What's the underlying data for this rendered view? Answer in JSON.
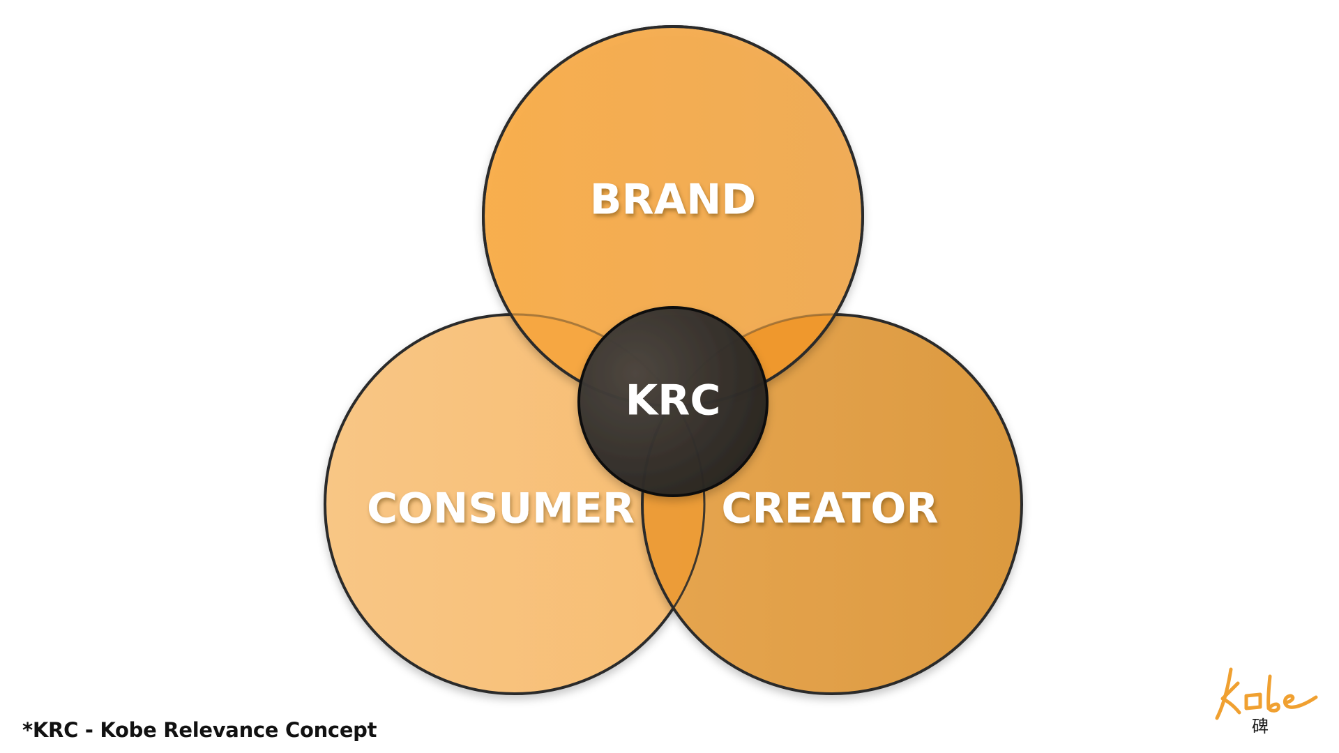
{
  "diagram": {
    "circles": [
      {
        "id": "brand",
        "label": "BRAND"
      },
      {
        "id": "consumer",
        "label": "CONSUMER"
      },
      {
        "id": "creator",
        "label": "CREATOR"
      }
    ],
    "center": {
      "label": "KRC"
    },
    "colors": {
      "brand": "#F7A847",
      "consumer": "#F8C07A",
      "creator": "#E19F45",
      "center": "#2E2A26",
      "outline": "#2a2a2a",
      "overlap": "#EE9528"
    }
  },
  "footnote": "*KRC - Kobe Relevance Concept",
  "logo": {
    "text": "Kobe",
    "subtext": "碑",
    "color": "#F0A030"
  }
}
